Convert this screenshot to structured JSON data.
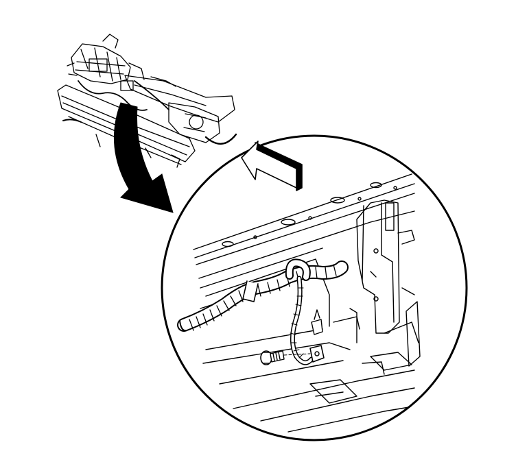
{
  "diagram": {
    "colors": {
      "line": "#000000",
      "background": "#ffffff"
    },
    "components": [
      {
        "name": "vehicle-front-end-overview"
      },
      {
        "name": "callout-arrow"
      },
      {
        "name": "detail-magnifier-circle"
      },
      {
        "name": "vehicle-front-direction-arrow"
      },
      {
        "name": "radiator-support"
      },
      {
        "name": "wiring-harness"
      },
      {
        "name": "harness-ground-wire"
      },
      {
        "name": "ground-bolt"
      },
      {
        "name": "ground-terminal"
      },
      {
        "name": "frame-bracket"
      }
    ]
  }
}
